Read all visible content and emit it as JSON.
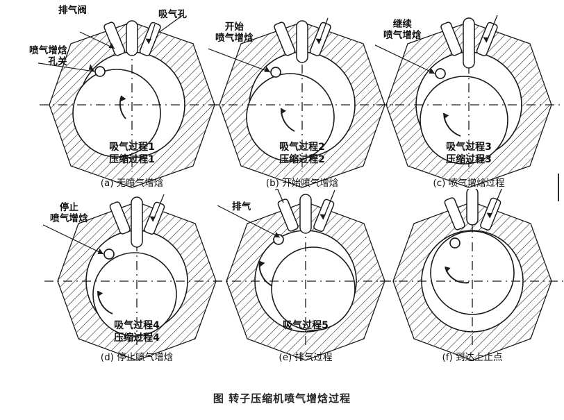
{
  "figure": {
    "caption": "图  转子压缩机喷气增焓过程",
    "background_color": "#ffffff",
    "line_color": "#1a1a1a"
  },
  "common_labels": {
    "discharge_valve": "排气阀",
    "suction_hole": "吸气孔"
  },
  "panels": [
    {
      "id": "a",
      "subcaption": "(a) 无喷气增焓",
      "process_lines": "吸气过程1\n压缩过程1",
      "annotations": [
        {
          "name": "discharge-valve-label",
          "text": "排气阀"
        },
        {
          "name": "injection-port-closed-label",
          "text": "喷气增焓\n孔关"
        },
        {
          "name": "suction-hole-label",
          "text": "吸气孔"
        }
      ],
      "rotor_angle_deg": 200,
      "port_open": false
    },
    {
      "id": "b",
      "subcaption": "(b) 开始喷气增焓",
      "process_lines": "吸气过程2\n压缩过程2",
      "annotations": [
        {
          "name": "start-injection-label",
          "text": "开始\n喷气增焓"
        }
      ],
      "rotor_angle_deg": 235,
      "port_open": true
    },
    {
      "id": "c",
      "subcaption": "(c) 喷气增焓过程",
      "process_lines": "吸气过程3\n压缩过程3",
      "annotations": [
        {
          "name": "continue-injection-label",
          "text": "继续\n喷气增焓"
        }
      ],
      "rotor_angle_deg": 270,
      "port_open": true
    },
    {
      "id": "d",
      "subcaption": "(d) 停止喷气增焓",
      "process_lines": "吸气过程4\n压缩过程4",
      "annotations": [
        {
          "name": "stop-injection-label",
          "text": "停止\n喷气增焓"
        }
      ],
      "rotor_angle_deg": 305,
      "port_open": false
    },
    {
      "id": "e",
      "subcaption": "(e) 排气过程",
      "process_lines": "吸气过程5",
      "annotations": [
        {
          "name": "exhaust-label",
          "text": "排气"
        }
      ],
      "rotor_angle_deg": 340,
      "port_open": false
    },
    {
      "id": "f",
      "subcaption": "(f) 到达上止点",
      "process_lines": "",
      "annotations": [],
      "rotor_angle_deg": 0,
      "port_open": false
    }
  ]
}
